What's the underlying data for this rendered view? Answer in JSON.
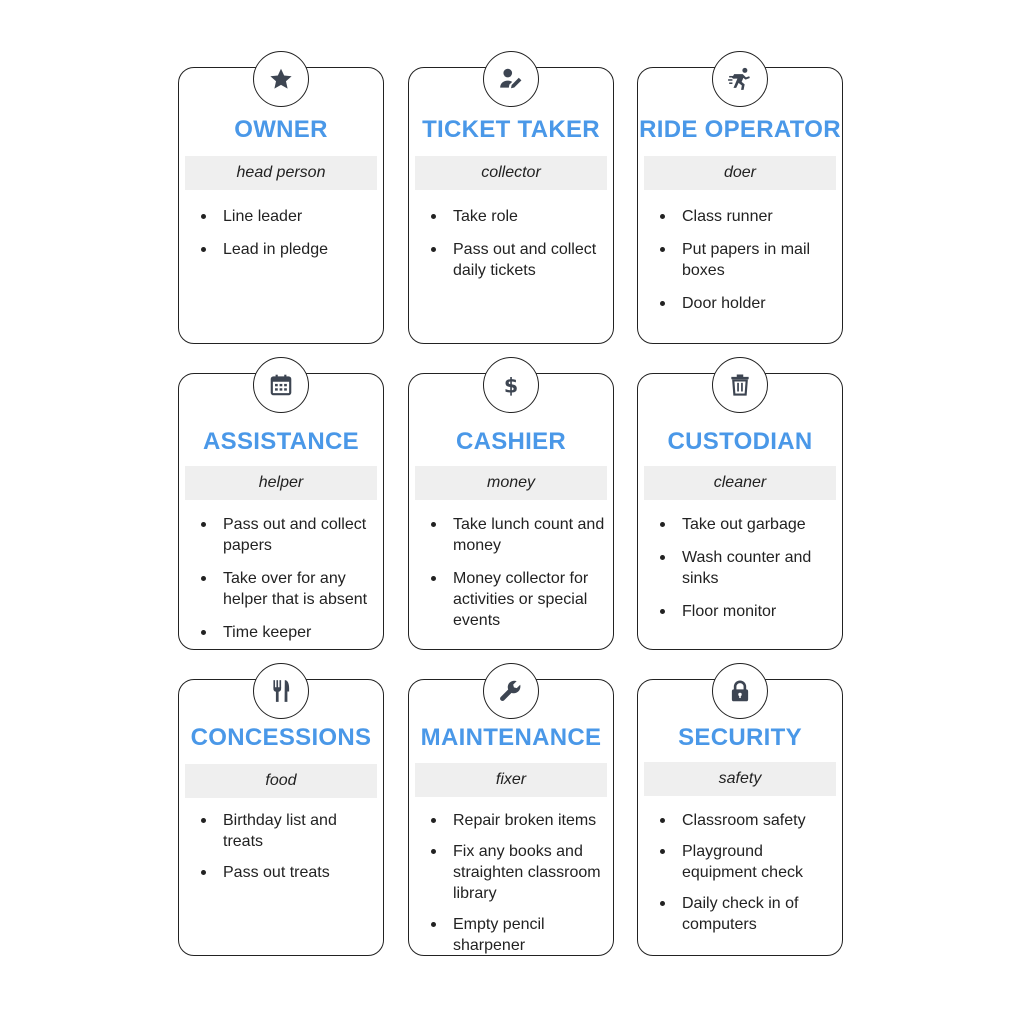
{
  "cards": [
    {
      "title": "OWNER",
      "subtitle": "head person",
      "icon": "star-icon",
      "items": [
        "Line leader",
        "Lead in pledge"
      ]
    },
    {
      "title": "TICKET TAKER",
      "subtitle": "collector",
      "icon": "user-edit-icon",
      "items": [
        "Take role",
        "Pass out and collect daily tickets"
      ]
    },
    {
      "title": "RIDE OPERATOR",
      "subtitle": "doer",
      "icon": "running-person-icon",
      "items": [
        "Class runner",
        "Put papers in mail boxes",
        "Door holder"
      ]
    },
    {
      "title": "ASSISTANCE",
      "subtitle": "helper",
      "icon": "calendar-icon",
      "items": [
        "Pass out and collect papers",
        "Take over for any helper that is absent",
        "Time keeper"
      ]
    },
    {
      "title": "CASHIER",
      "subtitle": "money",
      "icon": "dollar-icon",
      "items": [
        "Take lunch count and money",
        "Money collector for activities or special events"
      ]
    },
    {
      "title": "CUSTODIAN",
      "subtitle": "cleaner",
      "icon": "trash-icon",
      "items": [
        "Take out garbage",
        "Wash counter and sinks",
        "Floor monitor"
      ]
    },
    {
      "title": "CONCESSIONS",
      "subtitle": "food",
      "icon": "utensils-icon",
      "items": [
        "Birthday list and treats",
        "Pass out treats"
      ]
    },
    {
      "title": "MAINTENANCE",
      "subtitle": "fixer",
      "icon": "wrench-icon",
      "items": [
        "Repair broken items",
        "Fix any books and straighten classroom library",
        "Empty pencil sharpener"
      ]
    },
    {
      "title": "SECURITY",
      "subtitle": "safety",
      "icon": "lock-icon",
      "items": [
        "Classroom safety",
        "Playground equipment check",
        "Daily check in of computers"
      ]
    }
  ],
  "colors": {
    "title": "#4a98e8",
    "icon": "#3d4552",
    "subtitle_bg": "#efefef"
  }
}
